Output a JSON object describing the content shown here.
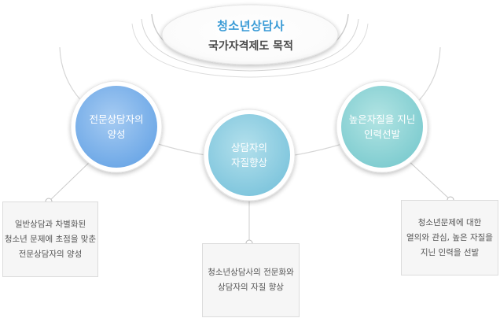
{
  "title": {
    "main": "청소년상담사",
    "sub": "국가자격제도 목적"
  },
  "nodes": [
    {
      "id": "left",
      "label_lines": [
        "전문상담자의",
        "양성"
      ]
    },
    {
      "id": "mid",
      "label_lines": [
        "상담자의",
        "자질향상"
      ]
    },
    {
      "id": "right",
      "label_lines": [
        "높은자질을 지닌",
        "인력선발"
      ]
    }
  ],
  "descriptions": [
    {
      "id": "left",
      "lines": [
        "일반상담과 차별화된",
        "청소년 문제에 초점을 맞춘",
        "전문상담자의 양성"
      ]
    },
    {
      "id": "mid",
      "lines": [
        "청소년상담사의 전문화와",
        "상담자의 자질 향상"
      ]
    },
    {
      "id": "right",
      "lines": [
        "청소년문제에 대한",
        "열의와 관심, 높은 자질을",
        "지닌 인력을 선발"
      ]
    }
  ],
  "colors": {
    "title_accent": "#3a9bd6",
    "node_left": "#7fb2e8",
    "node_mid": "#8ecde0",
    "node_right": "#8fd3d6",
    "arc": "#d2d2d2",
    "connector": "#cccccc"
  }
}
